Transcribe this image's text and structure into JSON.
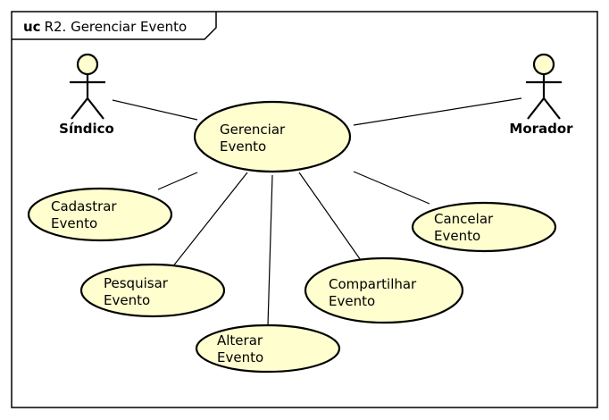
{
  "diagram": {
    "frame": {
      "keyword": "uc",
      "title": "R2. Gerenciar Evento"
    },
    "actors": [
      {
        "id": "sindico",
        "label": "Síndico"
      },
      {
        "id": "morador",
        "label": "Morador"
      }
    ],
    "use_cases": [
      {
        "id": "gerenciar",
        "lines": [
          "Gerenciar",
          "Evento"
        ]
      },
      {
        "id": "cadastrar",
        "lines": [
          "Cadastrar",
          "Evento"
        ]
      },
      {
        "id": "pesquisar",
        "lines": [
          "Pesquisar",
          "Evento"
        ]
      },
      {
        "id": "alterar",
        "lines": [
          "Alterar",
          "Evento"
        ]
      },
      {
        "id": "compartilhar",
        "lines": [
          "Compartilhar",
          "Evento"
        ]
      },
      {
        "id": "cancelar",
        "lines": [
          "Cancelar",
          "Evento"
        ]
      }
    ],
    "associations": [
      {
        "from": "sindico",
        "to": "gerenciar"
      },
      {
        "from": "morador",
        "to": "gerenciar"
      },
      {
        "from": "gerenciar",
        "to": "cadastrar"
      },
      {
        "from": "gerenciar",
        "to": "pesquisar"
      },
      {
        "from": "gerenciar",
        "to": "alterar"
      },
      {
        "from": "gerenciar",
        "to": "compartilhar"
      },
      {
        "from": "gerenciar",
        "to": "cancelar"
      }
    ],
    "colors": {
      "fill": "#fefece",
      "stroke": "#000000",
      "background": "#ffffff"
    }
  }
}
